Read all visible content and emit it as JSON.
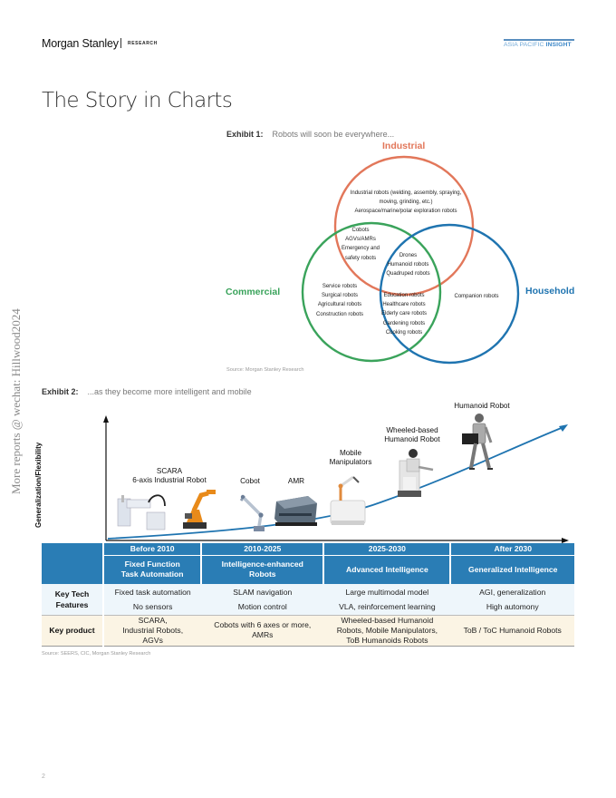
{
  "header": {
    "brand": "Morgan Stanley",
    "brand_division": "RESEARCH",
    "series_prefix": "ASIA PACIFIC",
    "series_suffix": "INSIGHT"
  },
  "page_title": "The Story in Charts",
  "watermark": "More reports @ wechat: Hillwood2024",
  "exhibit1": {
    "label": "Exhibit 1:",
    "title": "Robots will soon be everywhere...",
    "source": "Source: Morgan Stanley Research",
    "sets": [
      {
        "name": "Industrial",
        "color": "#e2775a"
      },
      {
        "name": "Commercial",
        "color": "#3aa35b"
      },
      {
        "name": "Household",
        "color": "#1f74b0"
      }
    ],
    "regions": {
      "industrial_only": [
        "Industrial robots (welding, assembly, spraying,",
        "moving, grinding, etc.)",
        "Aerospace/marine/polar exploration robots"
      ],
      "industrial_commercial": [
        "Cobots",
        "AGVs/AMRs",
        "Emergency and",
        "safety robots"
      ],
      "all_three": [
        "Drones",
        "Humanoid robots",
        "Quadruped robots"
      ],
      "commercial_only": [
        "Service robots",
        "Surgical robots",
        "Agricultural robots",
        "Construction robots"
      ],
      "commercial_household": [
        "Education robots",
        "Healthcare robots",
        "Elderly care robots",
        "Gardening robots",
        "Cooking robots"
      ],
      "household_only": [
        "Companion robots"
      ]
    }
  },
  "exhibit2": {
    "label": "Exhibit 2:",
    "title": "...as they become more intelligent and mobile",
    "y_axis_label": "Generalization/Flexibility",
    "robots": [
      {
        "name": "SCARA\n6-axis Industrial Robot",
        "line1": "SCARA",
        "line2": "6-axis Industrial Robot"
      },
      {
        "name": "Cobot",
        "line1": "Cobot",
        "line2": ""
      },
      {
        "name": "AMR",
        "line1": "AMR",
        "line2": ""
      },
      {
        "name": "Mobile Manipulators",
        "line1": "Mobile",
        "line2": "Manipulators"
      },
      {
        "name": "Wheeled-based Humanoid Robot",
        "line1": "Wheeled-based",
        "line2": "Humanoid Robot"
      },
      {
        "name": "Humanoid Robot",
        "line1": "Humanoid Robot",
        "line2": ""
      }
    ],
    "curve_color": "#1f74b0",
    "table": {
      "periods": [
        "Before 2010",
        "2010-2025",
        "2025-2030",
        "After 2030"
      ],
      "stages": [
        {
          "line1": "Fixed Function",
          "line2": "Task Automation"
        },
        {
          "line1": "Intelligence-enhanced",
          "line2": "Robots"
        },
        {
          "line1": "Advanced Intelligence",
          "line2": ""
        },
        {
          "line1": "Generalized Intelligence",
          "line2": ""
        }
      ],
      "key_tech_label_1": "Key Tech",
      "key_tech_label_2": "Features",
      "key_tech_row1": [
        "Fixed task automation",
        "SLAM navigation",
        "Large multimodal model",
        "AGI, generalization"
      ],
      "key_tech_row2": [
        "No sensors",
        "Motion control",
        "VLA, reinforcement learning",
        "High automony"
      ],
      "key_product_label": "Key product",
      "key_product": [
        [
          "SCARA,",
          "Industrial Robots,",
          "AGVs"
        ],
        [
          "Cobots with 6 axes or more,",
          "AMRs"
        ],
        [
          "Wheeled-based Humanoid",
          "Robots, Mobile Manipulators,",
          "ToB Humanoids Robots"
        ],
        [
          "ToB / ToC Humanoid Robots"
        ]
      ]
    },
    "source": "Source: SEERS, CIC, Morgan Stanley Research"
  },
  "page_number": "2"
}
